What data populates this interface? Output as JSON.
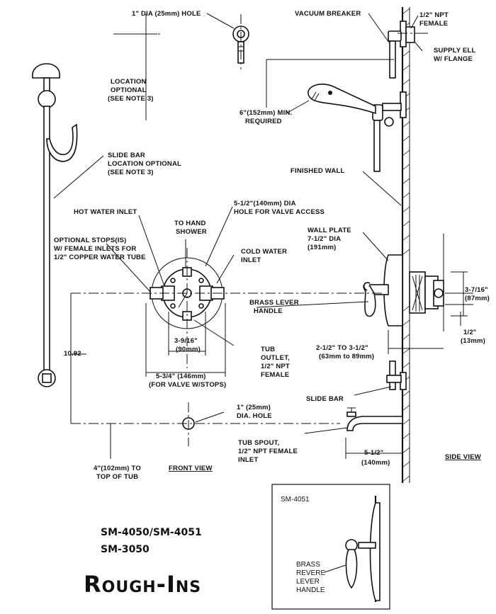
{
  "labels": {
    "hole_1in_top": "1\" DIA (25mm) HOLE",
    "vacuum_breaker": "VACUUM BREAKER",
    "npt_female_top_1": "1/2\" NPT",
    "npt_female_top_2": "FEMALE",
    "supply_ell_1": "SUPPLY ELL",
    "supply_ell_2": "W/ FLANGE",
    "location_optional_1": "LOCATION",
    "location_optional_2": "OPTIONAL",
    "location_optional_3": "(SEE NOTE 3)",
    "min_required_1": "6\"(152mm) MIN.",
    "min_required_2": "REQUIRED",
    "slide_bar_loc_1": "SLIDE BAR",
    "slide_bar_loc_2": "LOCATION OPTIONAL",
    "slide_bar_loc_3": "(SEE NOTE 3)",
    "finished_wall": "FINISHED WALL",
    "valve_access_1": "5-1/2\"(140mm) DIA",
    "valve_access_2": "HOLE FOR VALVE ACCESS",
    "hot_water_inlet": "HOT WATER INLET",
    "to_hand_shower_1": "TO HAND",
    "to_hand_shower_2": "SHOWER",
    "cold_water_inlet_1": "COLD WATER",
    "cold_water_inlet_2": "INLET",
    "optional_stops_1": "OPTIONAL STOPS(IS)",
    "optional_stops_2": "W/ FEMALE INLETS FOR",
    "optional_stops_3": "1/2\" COPPER WATER TUBE",
    "wall_plate_1": "WALL PLATE",
    "wall_plate_2": "7-1/2\" DIA",
    "wall_plate_3": "(191mm)",
    "dim_3_7_16_1": "3-7/16\"",
    "dim_3_7_16_2": "(87mm)",
    "brass_lever_1": "BRASS LEVER",
    "brass_lever_2": "HANDLE",
    "dim_half_1": "1/2\"",
    "dim_half_2": "(13mm)",
    "dim_3_9_16_1": "3-9/16\"",
    "dim_3_9_16_2": "(90mm)",
    "tub_outlet_1": "TUB",
    "tub_outlet_2": "OUTLET,",
    "tub_outlet_3": "1/2\" NPT",
    "tub_outlet_4": "FEMALE",
    "dim_2_half_1": "2-1/2\" TO 3-1/2\"",
    "dim_2_half_2": "(63mm to 89mm)",
    "dim_10_92": "10.92",
    "dim_5_3_4_1": "5-3/4\" (146mm)",
    "dim_5_3_4_2": "(FOR VALVE W/STOPS)",
    "slide_bar": "SLIDE BAR",
    "hole_1in_bottom_1": "1\" (25mm)",
    "hole_1in_bottom_2": "DIA. HOLE",
    "tub_spout_1": "TUB SPOUT,",
    "tub_spout_2": "1/2\" NPT FEMALE",
    "tub_spout_3": "INLET",
    "dim_5_half_1": "5-1/2\"",
    "dim_5_half_2": "(140mm)",
    "dim_4in_1": "4\"(102mm) TO",
    "dim_4in_2": "TOP OF TUB",
    "front_view": "FRONT VIEW",
    "side_view": "SIDE VIEW"
  },
  "inset": {
    "model": "SM-4051",
    "handle_1": "BRASS",
    "handle_2": "REVERE",
    "handle_3": "LEVER",
    "handle_4": "HANDLE"
  },
  "models": {
    "line1": "SM-4050/SM-4051",
    "line2": "SM-3050"
  },
  "title": "Rough-Ins"
}
